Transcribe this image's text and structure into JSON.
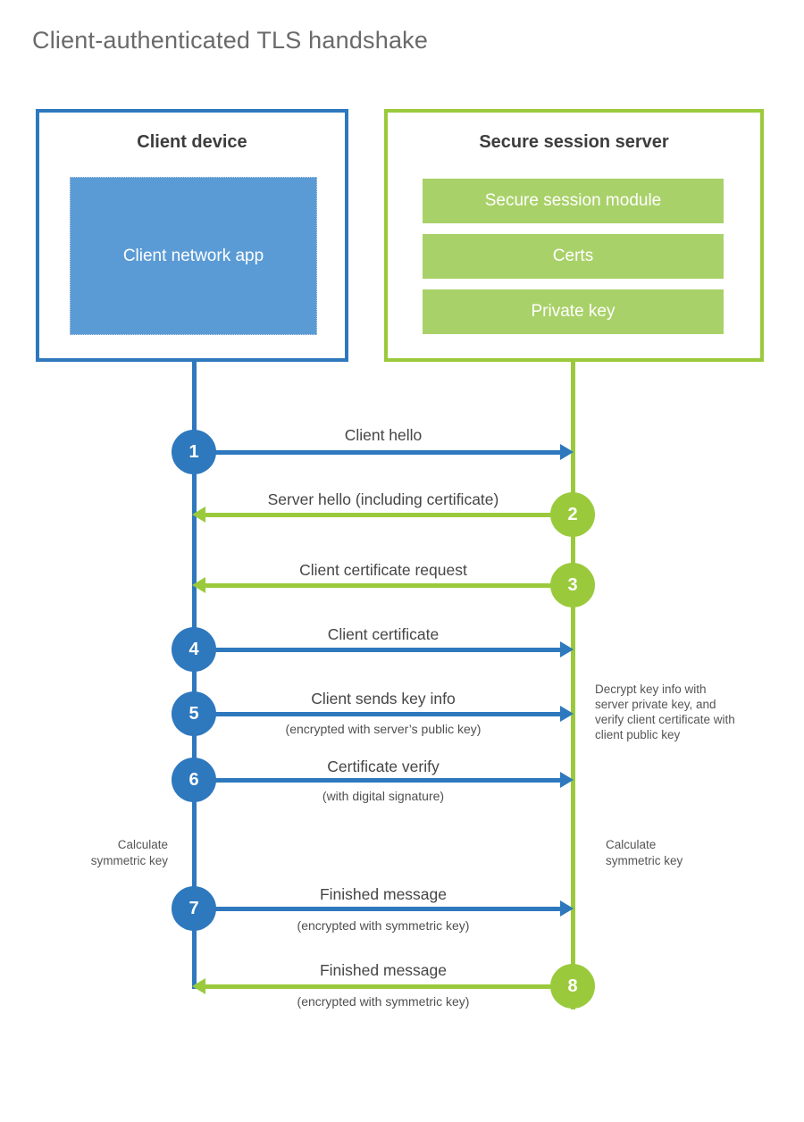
{
  "title": "Client-authenticated TLS handshake",
  "colors": {
    "blue": "#2e78be",
    "blue_fill": "#5b9bd5",
    "green": "#9aca3c",
    "green_fill": "#a9d169",
    "heading_text": "#3d3d3d",
    "title_text": "#6a6a6a",
    "label_text": "#454545"
  },
  "client": {
    "title": "Client device",
    "app_label": "Client network app"
  },
  "server": {
    "title": "Secure session server",
    "modules": {
      "0": "Secure session module",
      "1": "Certs",
      "2": "Private key"
    }
  },
  "messages": {
    "0": {
      "num": "1",
      "label": "Client hello",
      "direction": "right"
    },
    "1": {
      "num": "2",
      "label": "Server hello (including certificate)",
      "direction": "left"
    },
    "2": {
      "num": "3",
      "label": "Client certificate request",
      "direction": "left"
    },
    "3": {
      "num": "4",
      "label": "Client certificate",
      "direction": "right"
    },
    "4": {
      "num": "5",
      "label": "Client sends key info",
      "sublabel": "(encrypted with server’s public key)",
      "direction": "right"
    },
    "5": {
      "num": "6",
      "label": "Certificate verify",
      "sublabel": "(with digital signature)",
      "direction": "right"
    },
    "6": {
      "num": "7",
      "label": "Finished message",
      "sublabel": "(encrypted with symmetric key)",
      "direction": "right"
    },
    "7": {
      "num": "8",
      "label": "Finished message",
      "sublabel": "(encrypted with symmetric key)",
      "direction": "left"
    }
  },
  "annotations": {
    "decrypt_note": "Decrypt key info with server private key, and verify client certificate with client public key",
    "calc_left": "Calculate symmetric key",
    "calc_right": "Calculate symmetric key"
  }
}
